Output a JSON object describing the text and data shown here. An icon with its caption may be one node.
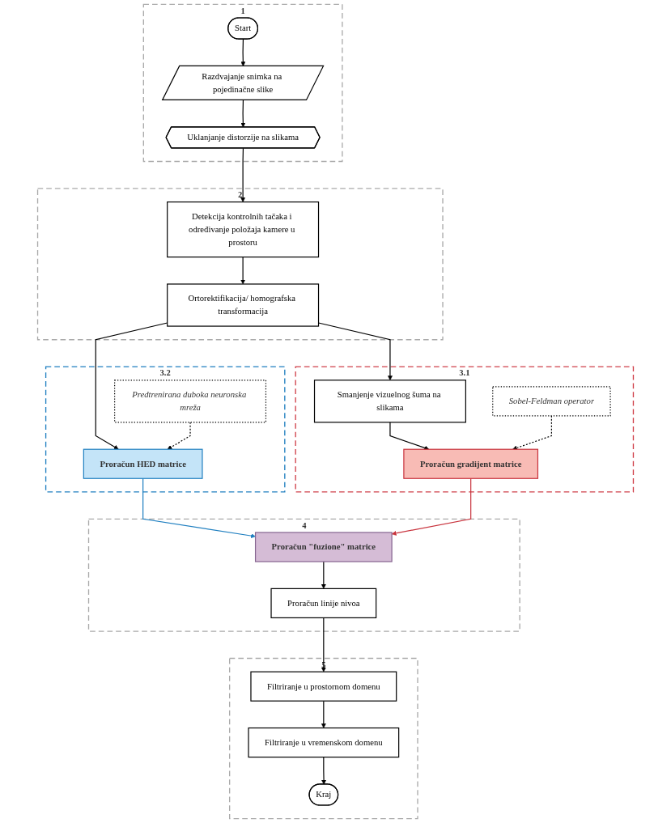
{
  "diagram": {
    "nodes": [
      {
        "text": [
          "1"
        ]
      },
      {
        "text": [
          "Start"
        ],
        "in": 0
      },
      {
        "text": [
          "Razdvajanje snimka na pojedinačne slike"
        ],
        "in": 0
      },
      {
        "text": [
          "Uklanjanje distorzije na slikama"
        ],
        "in": 0
      },
      {
        "text": [
          "2"
        ]
      },
      {
        "text": [
          "Detekcija kontrolnih tačaka i određivanje položaja kamere u prostoru"
        ],
        "in": 4
      },
      {
        "text": [
          "Ortorektifikacija/ homografska transformacija"
        ],
        "in": 4
      },
      {
        "text": [
          "3.1"
        ]
      },
      {
        "text": [
          "Smanjenje vizuelnog šuma na slikama"
        ],
        "in": 7
      },
      {
        "text": [
          "Proračun gradijent matrice"
        ],
        "in": 7
      },
      {
        "text": [
          "Sobel-Feldman operator"
        ],
        "in": 7
      },
      {
        "text": [
          "3.2"
        ]
      },
      {
        "text": [
          "Proračun HED matrice"
        ],
        "in": 11
      },
      {
        "text": [
          "Predtrenirana duboka neuronska mreža"
        ],
        "in": 11
      },
      {
        "text": [
          "4"
        ]
      },
      {
        "text": [
          "Proračun \"fuzione\" matrice"
        ],
        "in": 14
      },
      {
        "text": [
          "Proračun linije nivoa"
        ],
        "in": 14
      },
      {
        "text": [
          "5"
        ]
      },
      {
        "text": [
          "Filtriranje u prostornom domenu"
        ],
        "in": 17
      },
      {
        "text": [
          "Filtriranje u vremenskom domenu"
        ],
        "in": 17
      },
      {
        "text": [
          "Kraj"
        ],
        "in": 17
      }
    ],
    "edges": [
      {
        "from": 1,
        "to": 2,
        "arrow": "to"
      },
      {
        "from": 2,
        "to": 3,
        "arrow": "to"
      },
      {
        "from": 3,
        "to": 5,
        "arrow": "to"
      },
      {
        "from": 5,
        "to": 6,
        "arrow": "to"
      },
      {
        "from": 6,
        "to": 8,
        "arrow": "to"
      },
      {
        "from": 6,
        "to": 12,
        "arrow": "to"
      },
      {
        "from": 8,
        "to": 9,
        "arrow": "to"
      },
      {
        "from": 10,
        "to": 9,
        "arrow": "to",
        "style": "dashed"
      },
      {
        "from": 13,
        "to": 12,
        "arrow": "to",
        "style": "dashed"
      },
      {
        "from": 12,
        "to": 15,
        "arrow": "to",
        "color": "#1f7fc0"
      },
      {
        "from": 9,
        "to": 15,
        "arrow": "to",
        "color": "#c8323c"
      },
      {
        "from": 15,
        "to": 16,
        "arrow": "to"
      },
      {
        "from": 16,
        "to": 18,
        "arrow": "to"
      },
      {
        "from": 18,
        "to": 19,
        "arrow": "to"
      },
      {
        "from": 19,
        "to": 20,
        "arrow": "to"
      }
    ]
  }
}
